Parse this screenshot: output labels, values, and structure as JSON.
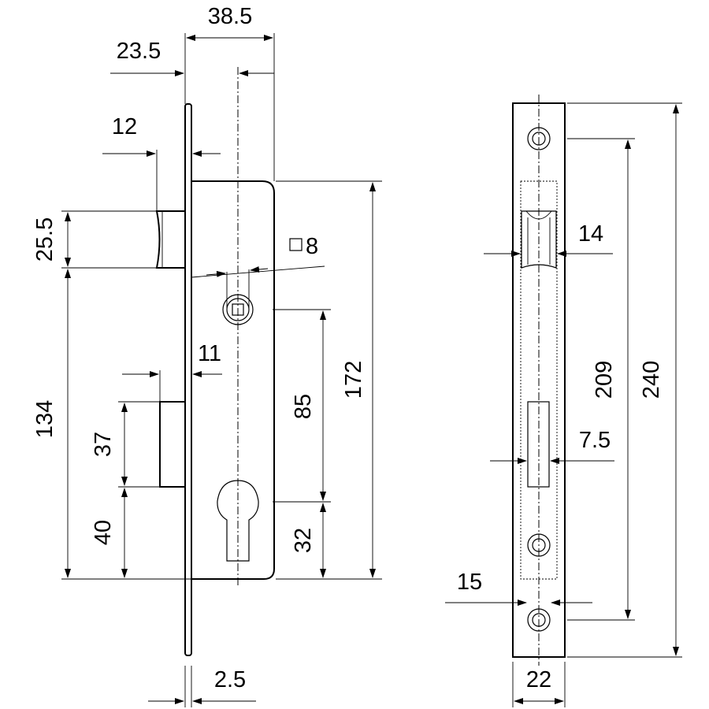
{
  "dimensions": {
    "d38_5": "38.5",
    "d23_5": "23.5",
    "d12": "12",
    "d25_5": "25.5",
    "square8": "8",
    "d11": "11",
    "d172": "172",
    "d134": "134",
    "d85": "85",
    "d37": "37",
    "d40": "40",
    "d32": "32",
    "d2_5": "2.5",
    "d14": "14",
    "d209": "209",
    "d240": "240",
    "d7_5": "7.5",
    "d15": "15",
    "d22": "22"
  },
  "symbols": {
    "square_symbol": "□"
  }
}
